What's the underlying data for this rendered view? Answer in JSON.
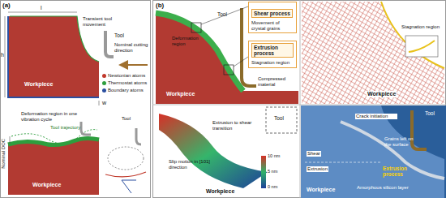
{
  "diagram": {
    "nodes": [
      {
        "text": [
          "Shear process",
          "Movement of crystal grains"
        ]
      },
      {
        "text": [
          "Extrusion process",
          "Stagnation region"
        ]
      }
    ],
    "labels": [
      "(a)",
      "l",
      "h",
      "Transient tool movement",
      "Tool",
      "Nominal cutting direction",
      "Workpiece",
      "w",
      "Deformation region in one vibration cycle",
      "Tool trajectory",
      "Nominal DOC",
      "Workpiece",
      "Tool",
      "(b)",
      "Deformation region",
      "Tool",
      "Compressed material",
      "Workpiece",
      "Workpiece",
      "Stagnation region",
      "Tool",
      "Slip motion in [101] direction",
      "Extrusion to shear transition",
      "10 nm",
      "5 nm",
      "0 nm",
      "Workpiece",
      "Crack initiation",
      "Shear",
      "Extrusion",
      "Grains left on the surface",
      "Extrusion process",
      "Amorphous silicon layer",
      "Workpiece",
      "Tool"
    ],
    "legend": [
      {
        "text": "Newtonian atoms",
        "color": "#c0392b"
      },
      {
        "text": "Thermostat atoms",
        "color": "#2e9e3e"
      },
      {
        "text": "Boundary atoms",
        "color": "#2b4fa0"
      }
    ]
  }
}
